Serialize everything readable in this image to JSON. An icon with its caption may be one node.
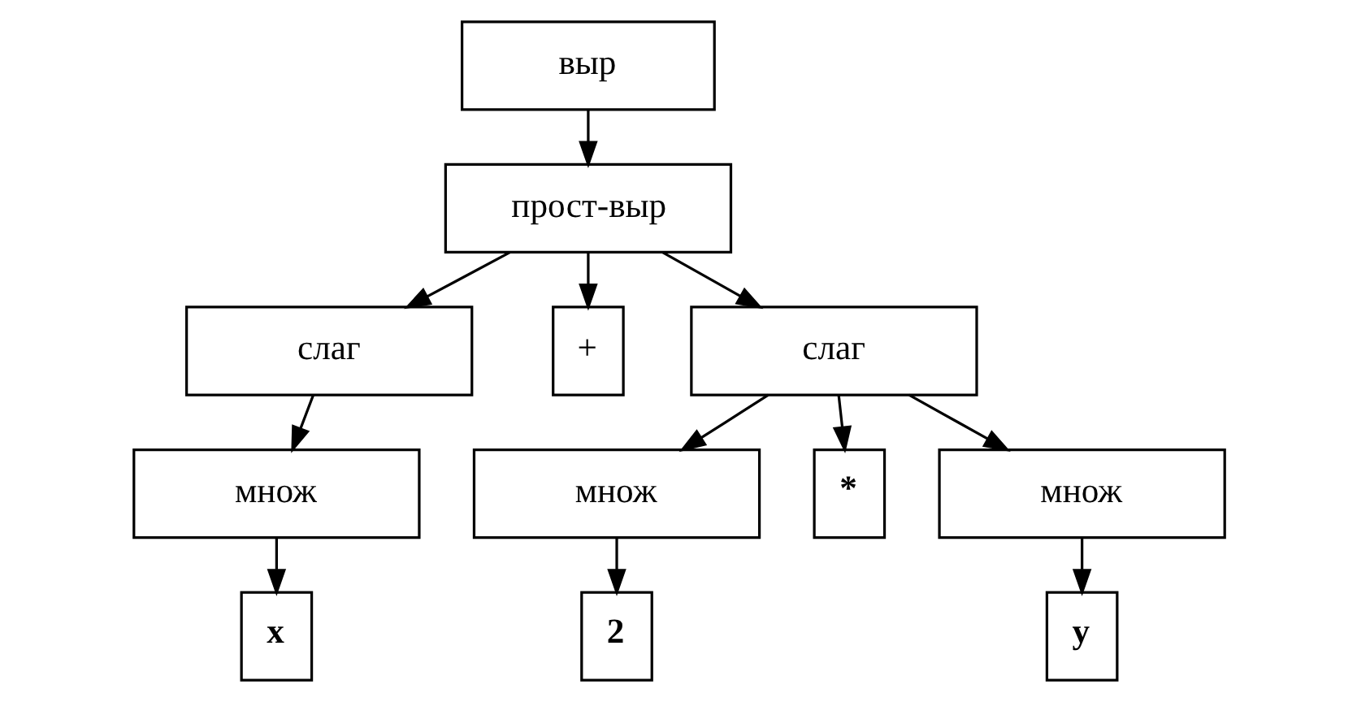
{
  "diagram": {
    "nodes": [
      {
        "text": [
          "выр"
        ]
      },
      {
        "text": [
          "прост-выр"
        ]
      },
      {
        "text": [
          "слаг"
        ]
      },
      {
        "text": [
          "+"
        ]
      },
      {
        "text": [
          "слаг"
        ]
      },
      {
        "text": [
          "множ"
        ]
      },
      {
        "text": [
          "множ"
        ]
      },
      {
        "text": [
          "*"
        ]
      },
      {
        "text": [
          "множ"
        ]
      },
      {
        "text": [
          "x"
        ]
      },
      {
        "text": [
          "2"
        ]
      },
      {
        "text": [
          "y"
        ]
      }
    ],
    "edges": [
      {
        "from": 0,
        "to": 1,
        "arrow": "to"
      },
      {
        "from": 1,
        "to": 2,
        "arrow": "to"
      },
      {
        "from": 1,
        "to": 3,
        "arrow": "to"
      },
      {
        "from": 1,
        "to": 4,
        "arrow": "to"
      },
      {
        "from": 2,
        "to": 5,
        "arrow": "to"
      },
      {
        "from": 4,
        "to": 6,
        "arrow": "to"
      },
      {
        "from": 4,
        "to": 7,
        "arrow": "to"
      },
      {
        "from": 4,
        "to": 8,
        "arrow": "to"
      },
      {
        "from": 5,
        "to": 9,
        "arrow": "to"
      },
      {
        "from": 6,
        "to": 10,
        "arrow": "to"
      },
      {
        "from": 8,
        "to": 11,
        "arrow": "to"
      }
    ]
  }
}
